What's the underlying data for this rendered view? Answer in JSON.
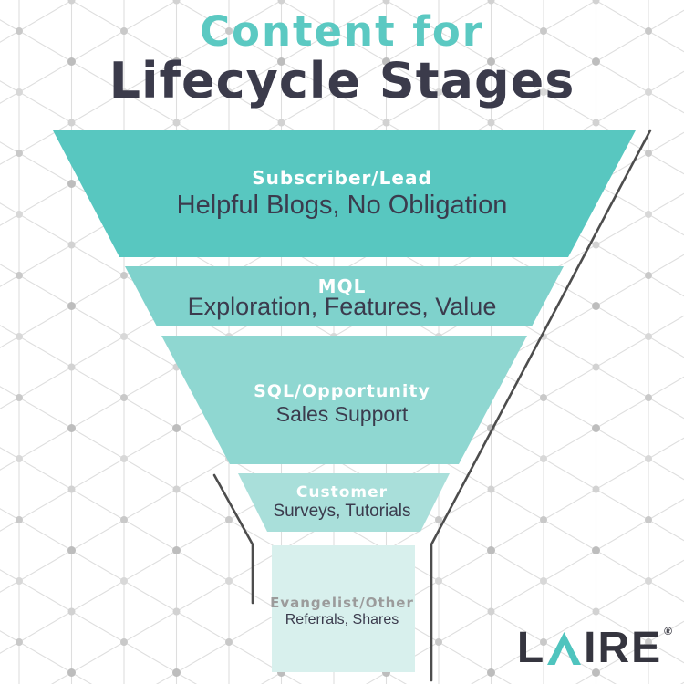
{
  "title": {
    "line1": "Content for",
    "line2": "Lifecycle Stages"
  },
  "funnel": {
    "stages": [
      {
        "id": "subscriber-lead",
        "label": "Subscriber/Lead",
        "description": "Helpful Blogs, No Obligation",
        "color": "#58C7C0"
      },
      {
        "id": "mql",
        "label": "MQL",
        "description": "Exploration, Features, Value",
        "color": "#7FD2CC"
      },
      {
        "id": "sql-opportunity",
        "label": "SQL/Opportunity",
        "description": "Sales Support",
        "color": "#8FD7D1"
      },
      {
        "id": "customer",
        "label": "Customer",
        "description": "Surveys, Tutorials",
        "color": "#A9DFDA"
      },
      {
        "id": "evangelist-other",
        "label": "Evangelist/Other",
        "description": "Referrals, Shares",
        "color": "#D8F0ED"
      }
    ]
  },
  "logo": {
    "part1": "L",
    "part2": "IRE",
    "registered": "®"
  },
  "colors": {
    "title_accent": "#5BC9C2",
    "title_dark": "#3B3B4B",
    "description_text": "#3B3B4D",
    "stage5_label_text": "#9B9B9B",
    "outline_stroke": "#4D4D4D",
    "pattern_line": "#DEDEDE",
    "pattern_dot": "#C9C9C9",
    "logo_dark": "#35353F",
    "logo_accent": "#4FC4BE"
  }
}
